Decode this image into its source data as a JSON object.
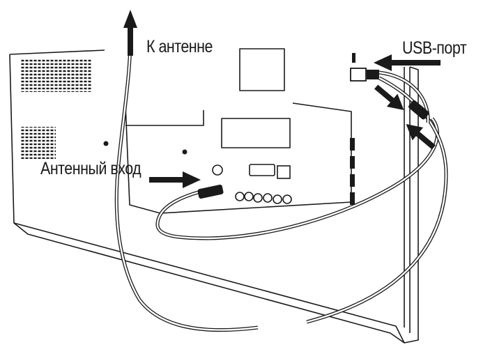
{
  "labels": {
    "to_antenna": "К антенне",
    "antenna_input": "Антенный вход",
    "usb_port": "USB-порт"
  },
  "colors": {
    "ink": "#1a1a1a",
    "background": "#ffffff"
  }
}
